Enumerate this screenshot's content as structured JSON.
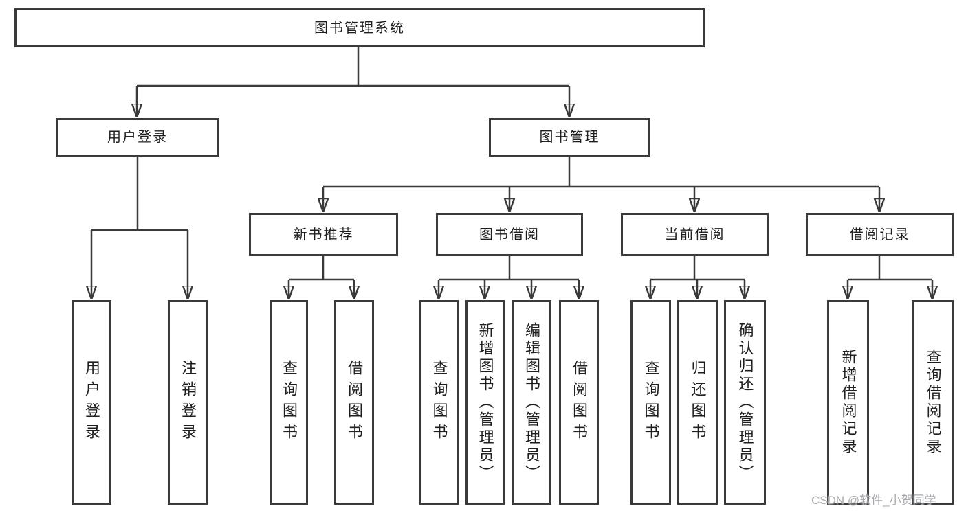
{
  "diagram": {
    "root": {
      "label": "图书管理系统"
    },
    "level1": [
      {
        "label": "用户登录"
      },
      {
        "label": "图书管理"
      }
    ],
    "level2": [
      {
        "label": "新书推荐"
      },
      {
        "label": "图书借阅"
      },
      {
        "label": "当前借阅"
      },
      {
        "label": "借阅记录"
      }
    ],
    "leaves": {
      "user_login": [
        {
          "label": "用户登录"
        },
        {
          "label": "注销登录"
        }
      ],
      "new_book_recommend": [
        {
          "label": "查询图书"
        },
        {
          "label": "借阅图书"
        }
      ],
      "book_borrow": [
        {
          "label": "查询图书"
        },
        {
          "label": "新增图书（管理员）"
        },
        {
          "label": "编辑图书（管理员）"
        },
        {
          "label": "借阅图书"
        }
      ],
      "current_borrow": [
        {
          "label": "查询图书"
        },
        {
          "label": "归还图书"
        },
        {
          "label": "确认归还（管理员）"
        }
      ],
      "borrow_record": [
        {
          "label": "新增借阅记录"
        },
        {
          "label": "查询借阅记录"
        }
      ]
    },
    "colors": {
      "line": "#3a3a3a",
      "box_border": "#3a3a3a",
      "text": "#1f1f1f",
      "background": "#ffffff",
      "watermark": "#a4a7ab"
    }
  },
  "watermark": {
    "text": "CSDN @软件_小贺同学"
  }
}
